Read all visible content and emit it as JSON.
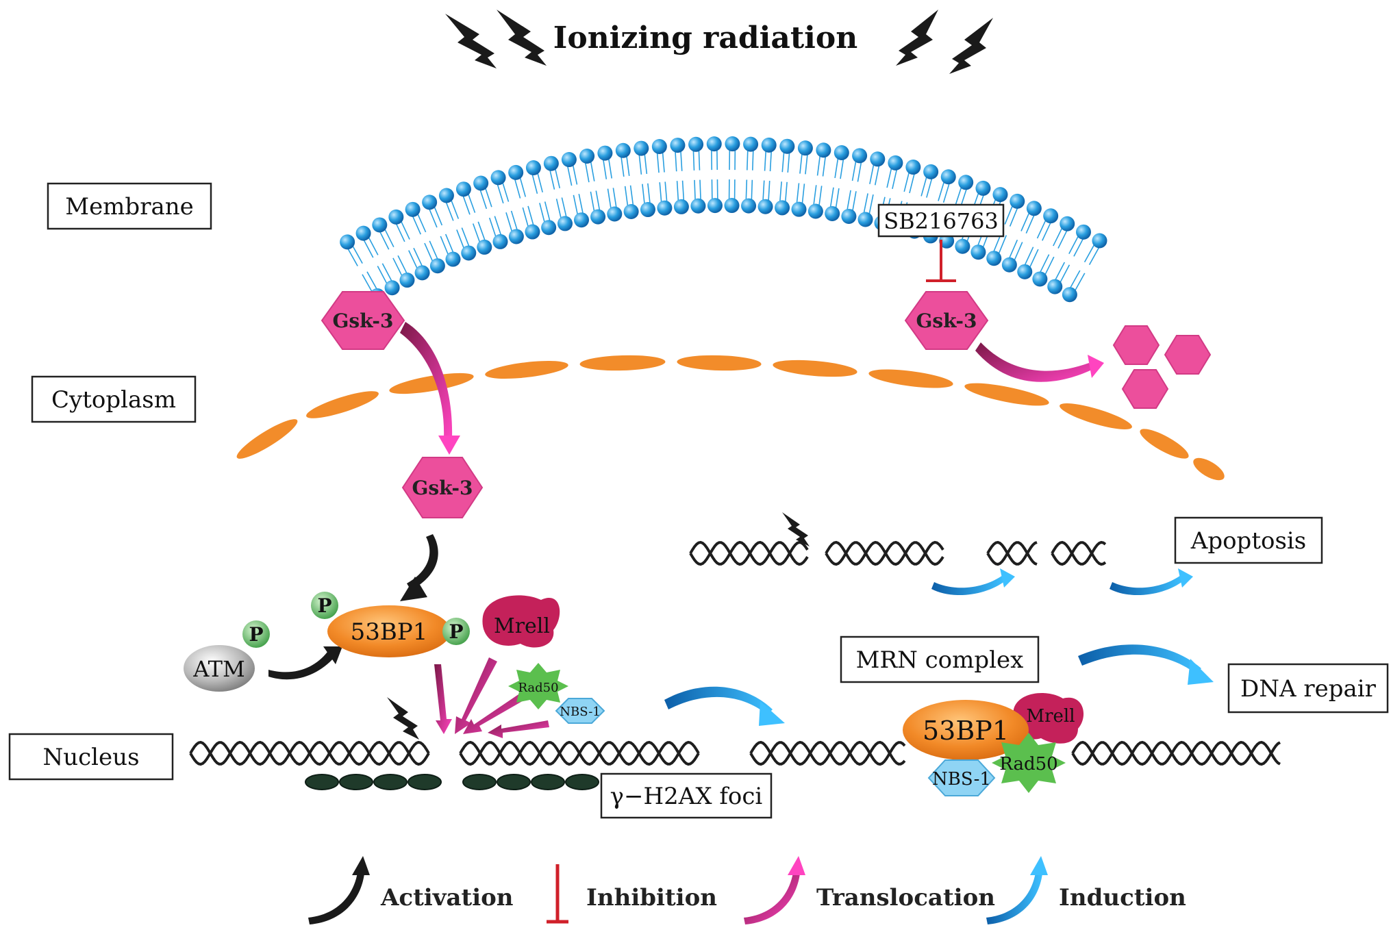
{
  "title": "Ionizing radiation",
  "compartments": {
    "membrane": "Membrane",
    "cytoplasm": "Cytoplasm",
    "nucleus": "Nucleus"
  },
  "inhibitor": "SB216763",
  "proteins": {
    "gsk3": "Gsk-3",
    "atm": "ATM",
    "p53bp1": "53BP1",
    "phospho": "P",
    "mre11": "Mrell",
    "rad50": "Rad50",
    "nbs1": "NBS-1"
  },
  "labels": {
    "h2ax": "γ−H2AX foci",
    "apoptosis": "Apoptosis",
    "mrn": "MRN complex",
    "repair": "DNA repair"
  },
  "legend": [
    {
      "label": "Activation"
    },
    {
      "label": "Inhibition"
    },
    {
      "label": "Translocation"
    },
    {
      "label": "Induction"
    }
  ],
  "colors": {
    "membrane_head": "#2a9fe0",
    "gsk3": "#ec4f9c",
    "microtubule": "#f28c2a",
    "bp53": "#f28a28",
    "mre11": "#c4215a",
    "rad50": "#5bbf4e",
    "nbs1": "#8fd4f4",
    "phospho": "#6bc26b",
    "inhibition": "#d0202a",
    "translocation": "#a0205e",
    "induction": "#1d86d6"
  }
}
